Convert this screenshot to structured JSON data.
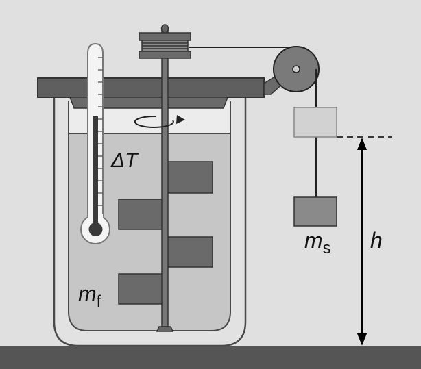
{
  "labels": {
    "temperature_change": "ΔT",
    "fluid_mass": "m",
    "fluid_mass_sub": "f",
    "falling_mass": "m",
    "falling_mass_sub": "s",
    "height": "h"
  },
  "colors": {
    "background": "#e0e0e0",
    "lid": "#5f5f5f",
    "fluid": "#c6c6c6",
    "air_gap": "#ececec",
    "container_wall": "#e2e2e2",
    "paddle": "#6a6a6a",
    "mercury": "#3a3a3a",
    "mass_initial": "#d2d2d2",
    "mass_final": "#8a8a8a",
    "floor": "#555555"
  },
  "icons": {
    "rotation": "rotation-arrow-icon",
    "height_arrow": "double-headed-arrow-icon"
  }
}
